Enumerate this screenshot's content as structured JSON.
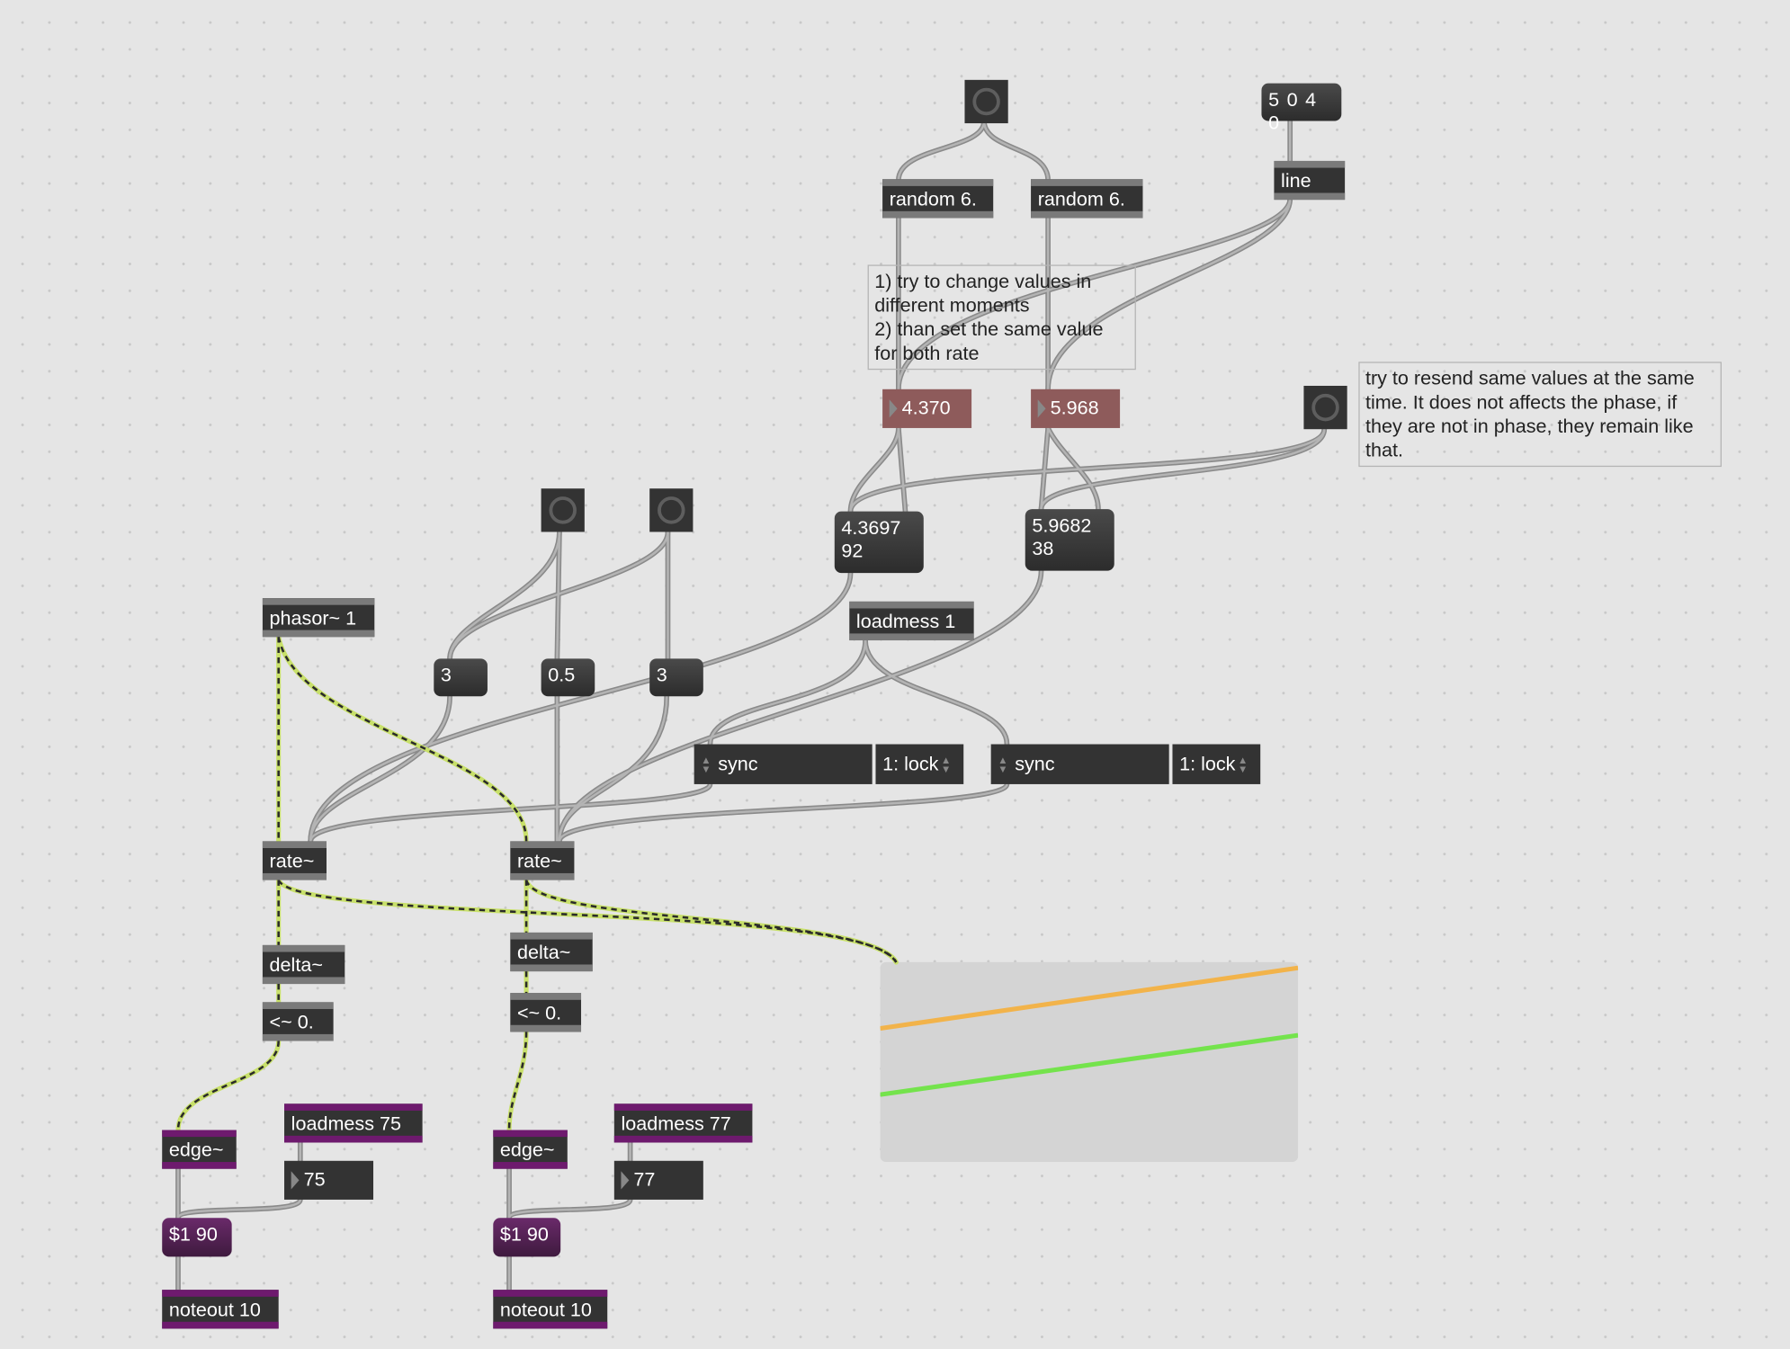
{
  "objects": {
    "random_a": "random 6.",
    "random_b": "random 6.",
    "line": "line",
    "phasor": "phasor~ 1",
    "loadmess1": "loadmess 1",
    "rate1": "rate~",
    "rate2": "rate~",
    "delta1": "delta~",
    "delta2": "delta~",
    "lt1": "<~ 0.",
    "lt2": "<~ 0.",
    "edge1": "edge~",
    "edge2": "edge~",
    "loadmess75": "loadmess 75",
    "loadmess77": "loadmess 77",
    "noteout1": "noteout 10",
    "noteout2": "noteout 10"
  },
  "messages": {
    "msg_5040": "5 0 4 0",
    "msg_a_l1": "4.3697",
    "msg_a_l2": "92",
    "msg_b_l1": "5.9682",
    "msg_b_l2": "38",
    "dollar1": "$1 90",
    "dollar2": "$1 90"
  },
  "numbers": {
    "flo_a": "4.370",
    "flo_b": "5.968",
    "num_3a": "3",
    "num_05": "0.5",
    "num_3b": "3",
    "num_75": "75",
    "num_77": "77"
  },
  "menus": {
    "sync1": "sync",
    "lock1": "1: lock",
    "sync2": "sync",
    "lock2": "1: lock"
  },
  "comments": {
    "c1": "1) try to change values in different moments\n2) than set the same value for both rate",
    "c2": "try to resend same values at the same time. It does not affects the phase, if they are not in phase, they remain like that."
  },
  "colors": {
    "cable": "#999999",
    "signal": "#c8e06a",
    "scope_a": "#f2b34a",
    "scope_b": "#74e34c",
    "flonum": "#8e5b5b",
    "purple": "#6e1a6e"
  }
}
